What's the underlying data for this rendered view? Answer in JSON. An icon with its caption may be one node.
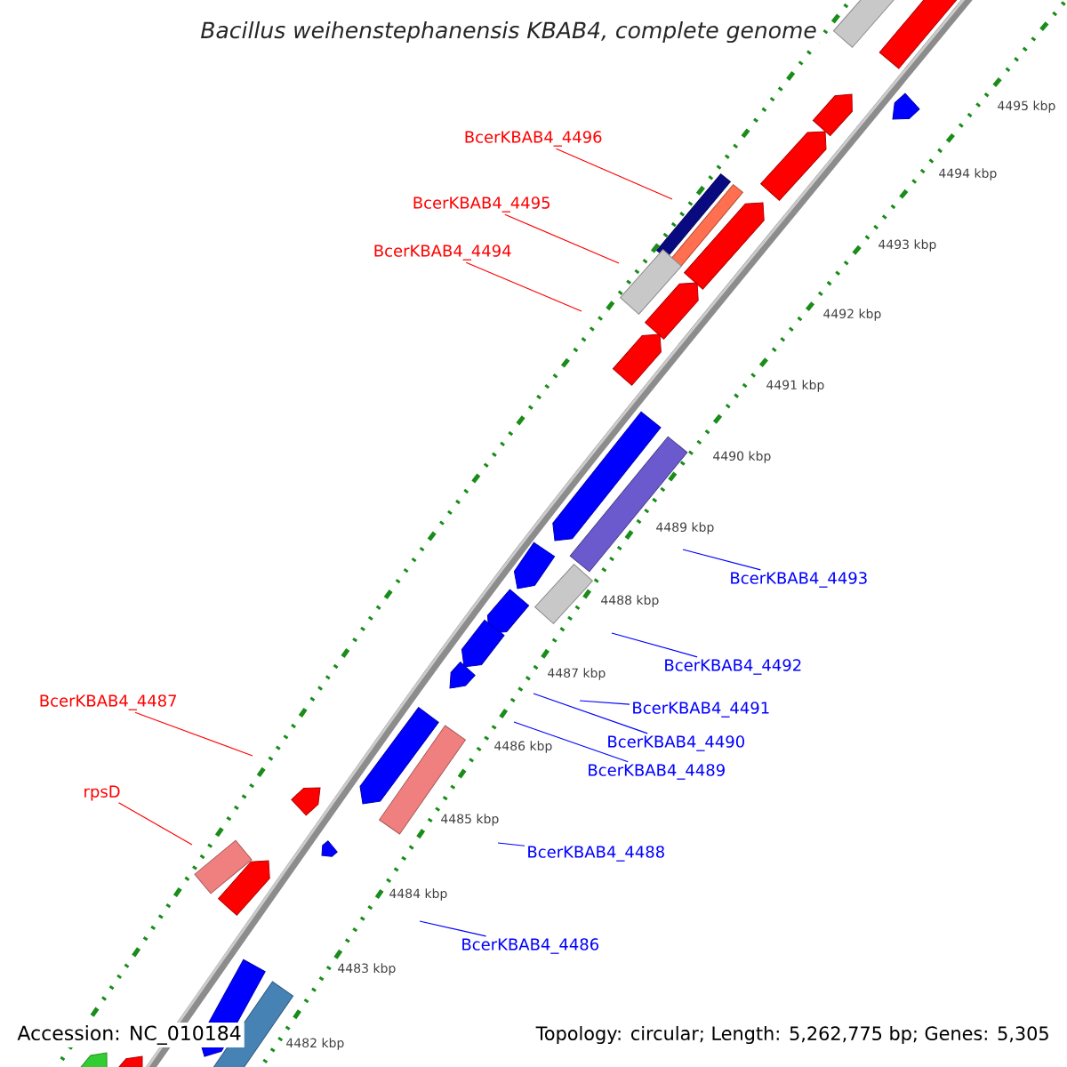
{
  "diagram": {
    "title": "Bacillus weihenstephanensis KBAB4, complete genome",
    "nodes": [
      {
        "text": [
          "BcerKBAB4_4496"
        ]
      },
      {
        "text": [
          "BcerKBAB4_4495"
        ]
      },
      {
        "text": [
          "BcerKBAB4_4494"
        ]
      },
      {
        "text": [
          "BcerKBAB4_4493"
        ]
      },
      {
        "text": [
          "BcerKBAB4_4492"
        ]
      },
      {
        "text": [
          "BcerKBAB4_4487"
        ]
      },
      {
        "text": [
          "BcerKBAB4_4491"
        ]
      },
      {
        "text": [
          "BcerKBAB4_4490"
        ]
      },
      {
        "text": [
          "BcerKBAB4_4489"
        ]
      },
      {
        "text": [
          "rpsD"
        ]
      },
      {
        "text": [
          "BcerKBAB4_4488"
        ]
      },
      {
        "text": [
          "BcerKBAB4_4486"
        ]
      }
    ],
    "edges": [
      {
        "from": 0,
        "to": null,
        "arrow": "none",
        "color": "#ff0000"
      },
      {
        "from": 1,
        "to": null,
        "arrow": "none",
        "color": "#ff0000"
      },
      {
        "from": 2,
        "to": null,
        "arrow": "none",
        "color": "#ff0000"
      },
      {
        "from": 3,
        "to": null,
        "arrow": "none",
        "color": "#0000ff"
      },
      {
        "from": 4,
        "to": null,
        "arrow": "none",
        "color": "#0000ff"
      },
      {
        "from": 5,
        "to": null,
        "arrow": "none",
        "color": "#ff0000"
      },
      {
        "from": 6,
        "to": null,
        "arrow": "none",
        "color": "#0000ff"
      },
      {
        "from": 7,
        "to": null,
        "arrow": "none",
        "color": "#0000ff"
      },
      {
        "from": 8,
        "to": null,
        "arrow": "none",
        "color": "#0000ff"
      },
      {
        "from": 9,
        "to": null,
        "arrow": "none",
        "color": "#ff0000"
      },
      {
        "from": 10,
        "to": null,
        "arrow": "none",
        "color": "#0000ff"
      },
      {
        "from": 11,
        "to": null,
        "arrow": "none",
        "color": "#0000ff"
      }
    ],
    "labels": [
      "4495 kbp",
      "4494 kbp",
      "4493 kbp",
      "4492 kbp",
      "4491 kbp",
      "4490 kbp",
      "4489 kbp",
      "4488 kbp",
      "4487 kbp",
      "4486 kbp",
      "4485 kbp",
      "4484 kbp",
      "4483 kbp",
      "4482 kbp",
      "Accession: NC_010184",
      "Topology: circular; Length: 5,262,775 bp; Genes: 5,305"
    ]
  }
}
